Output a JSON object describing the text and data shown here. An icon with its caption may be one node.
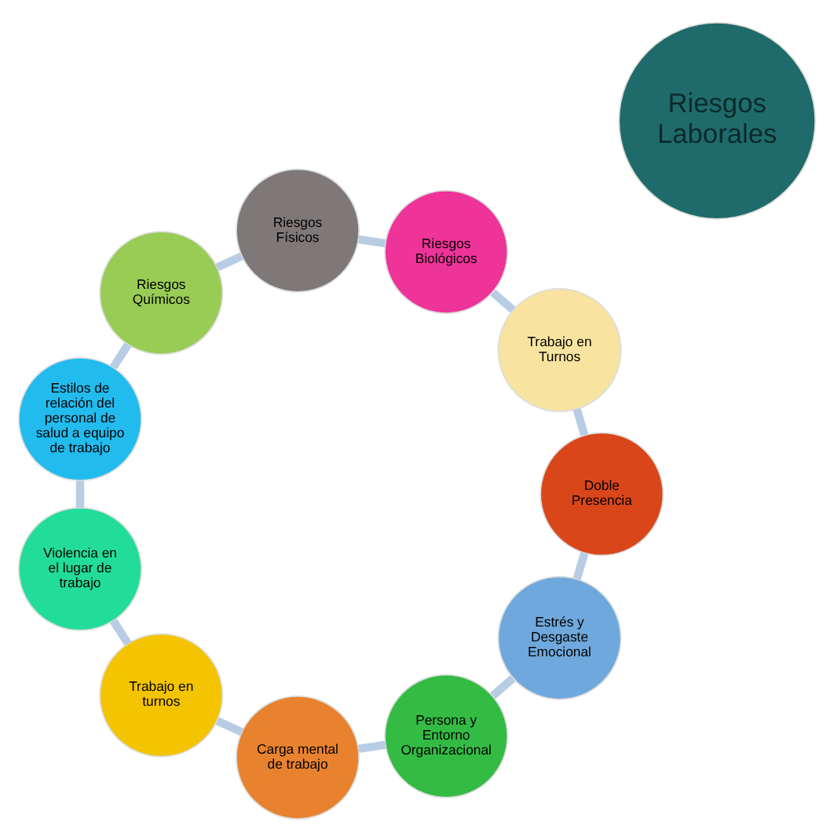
{
  "diagram": {
    "nodes": [
      {
        "text": [
          "Riesgos Laborales"
        ]
      },
      {
        "text": [
          "Estrés y Desgaste Emocional"
        ]
      },
      {
        "text": [
          "Persona y Entorno Organizacional"
        ]
      },
      {
        "text": [
          "Carga mental de trabajo"
        ]
      },
      {
        "text": [
          "Trabajo en turnos"
        ]
      },
      {
        "text": [
          "Violencia en el lugar de trabajo"
        ]
      },
      {
        "text": [
          "Estilos de relación del personal de salud a equipo de trabajo"
        ]
      },
      {
        "text": [
          "Riesgos Químicos"
        ]
      },
      {
        "text": [
          "Riesgos Físicos"
        ]
      },
      {
        "text": [
          "Riesgos Biológicos"
        ]
      },
      {
        "text": [
          "Trabajo en Turnos"
        ]
      },
      {
        "text": [
          "Doble Presencia"
        ]
      }
    ],
    "edges": [
      {
        "from": 1,
        "to": 2,
        "arrow": "none"
      },
      {
        "from": 2,
        "to": 3,
        "arrow": "none"
      },
      {
        "from": 3,
        "to": 4,
        "arrow": "none"
      },
      {
        "from": 4,
        "to": 5,
        "arrow": "none"
      },
      {
        "from": 5,
        "to": 6,
        "arrow": "none"
      },
      {
        "from": 6,
        "to": 7,
        "arrow": "none"
      },
      {
        "from": 7,
        "to": 8,
        "arrow": "none"
      },
      {
        "from": 8,
        "to": 9,
        "arrow": "none"
      },
      {
        "from": 9,
        "to": 10,
        "arrow": "none"
      },
      {
        "from": 10,
        "to": 11,
        "arrow": "none"
      },
      {
        "from": 11,
        "to": 1,
        "arrow": "none"
      }
    ]
  }
}
